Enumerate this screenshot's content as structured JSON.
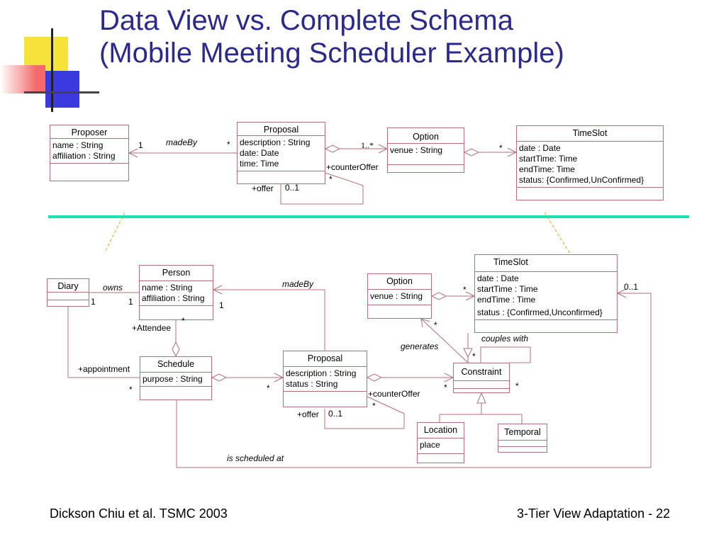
{
  "slide": {
    "title_line1": "Data View vs. Complete Schema",
    "title_line2": "(Mobile Meeting Scheduler Example)",
    "footer_left": "Dickson Chiu et al. TSMC 2003",
    "footer_right": "3-Tier View Adaptation - 22"
  },
  "top": {
    "proposer": {
      "name": "Proposer",
      "attrs": [
        "name : String",
        "affiliation : String"
      ]
    },
    "proposal": {
      "name": "Proposal",
      "attrs": [
        "description : String",
        "date: Date",
        "time: Time"
      ]
    },
    "option": {
      "name": "Option",
      "attrs": [
        "venue : String"
      ]
    },
    "timeslot": {
      "name": "TimeSlot",
      "attrs": [
        "date : Date",
        "startTime: Time",
        "endTime: Time",
        "status: {Confirmed,UnConfirmed}"
      ]
    },
    "labels": {
      "madeBy": "madeBy",
      "one": "1",
      "star1": "*",
      "oneStar": "1..*",
      "counterOffer": "+counterOffer",
      "star2": "*",
      "offer": "+offer",
      "zeroOne": "0..1",
      "star3": "*"
    }
  },
  "bottom": {
    "diary": {
      "name": "Diary"
    },
    "person": {
      "name": "Person",
      "attrs": [
        "name : String",
        "affiliation : String"
      ]
    },
    "schedule": {
      "name": "Schedule",
      "attrs": [
        "purpose : String"
      ]
    },
    "proposal": {
      "name": "Proposal",
      "attrs": [
        "description : String",
        "status : String"
      ]
    },
    "option": {
      "name": "Option",
      "attrs": [
        "venue : String"
      ]
    },
    "timeslot": {
      "name": "TimeSlot",
      "attrs": [
        "date : Date",
        "startTime : Time",
        "endTime : Time"
      ],
      "status": "status : {Confirmed,Unconfirmed}"
    },
    "constraint": {
      "name": "Constraint"
    },
    "location": {
      "name": "Location",
      "attrs": [
        "place"
      ]
    },
    "temporal": {
      "name": "Temporal"
    },
    "labels": {
      "owns": "owns",
      "diary_one": "1",
      "person_one": "1",
      "madeBy": "madeBy",
      "person_one_right": "1",
      "attendee": "+Attendee",
      "attendee_star": "*",
      "appointment": "+appointment",
      "schedule_star": "*",
      "proposal_star": "*",
      "counterOffer": "+counterOffer",
      "counter_star": "*",
      "offer": "+offer",
      "zeroOne": "0..1",
      "generates": "generates",
      "gen_star": "*",
      "option_star": "*",
      "zeroOne_ts": "0..1",
      "couples": "couples with",
      "constraint_star_top": "*",
      "constraint_star_left": "*",
      "constraint_star_right": "*",
      "scheduled": "is scheduled at"
    }
  },
  "colors": {
    "title": "#2a2a8c",
    "box_border": "#b0707a",
    "divider": "#1de0b0",
    "dashed": "#e8a020"
  }
}
